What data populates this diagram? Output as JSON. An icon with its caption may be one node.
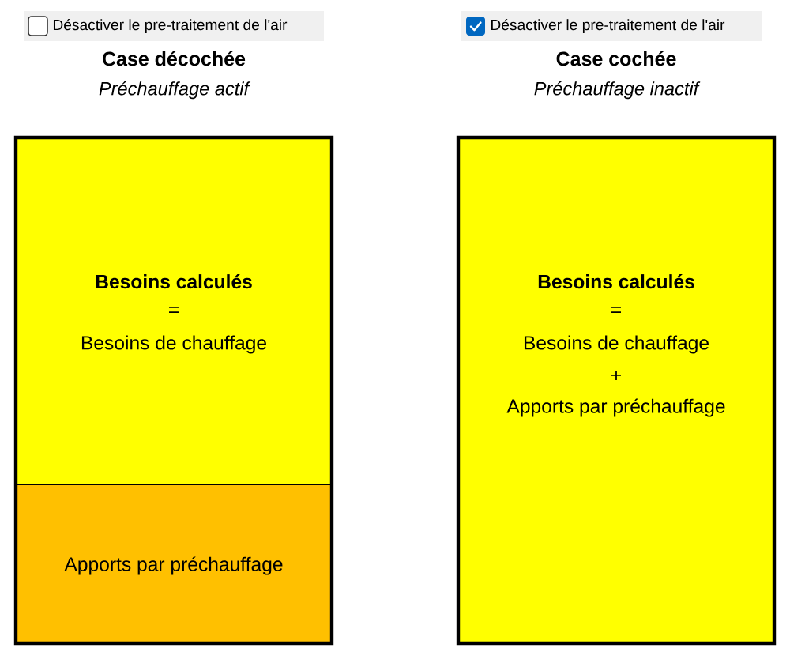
{
  "diagram": {
    "nodes": [
      {
        "text": [
          "Désactiver le pre-traitement de l'air"
        ]
      },
      {
        "text": [
          "Désactiver le pre-traitement de l'air"
        ]
      },
      {
        "text": [
          "Besoins calculés",
          "=",
          "Besoins de chauffage"
        ]
      },
      {
        "text": [
          "Apports par préchauffage"
        ]
      },
      {
        "text": [
          "Besoins calculés",
          "=",
          "Besoins de chauffage",
          "+",
          "Apports par préchauffage"
        ]
      }
    ],
    "labels": [
      "Case décochée",
      "Préchauffage actif",
      "Case cochée",
      "Préchauffage inactif"
    ]
  }
}
